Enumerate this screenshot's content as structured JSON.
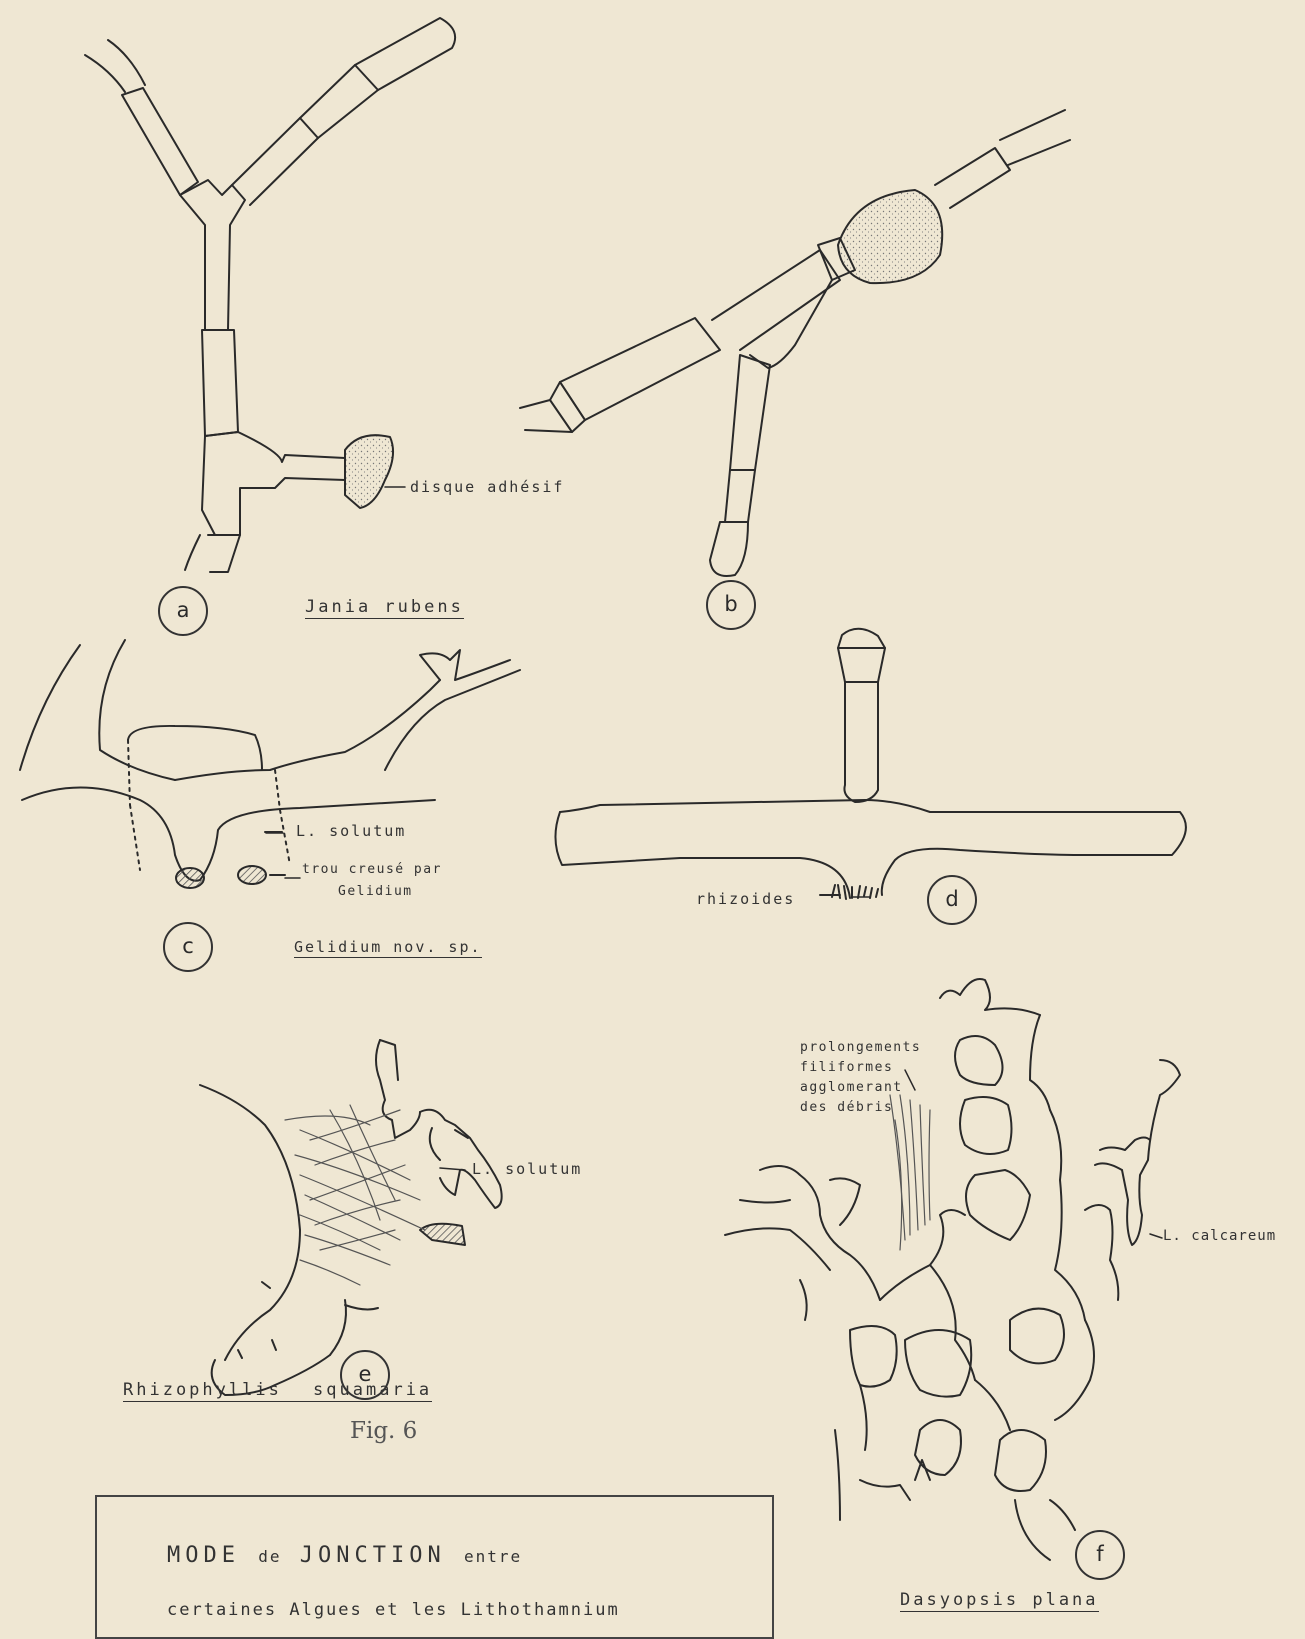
{
  "panels": {
    "a": {
      "letter": "a",
      "label_disque": "disque adhésif"
    },
    "b": {
      "letter": "b"
    },
    "species_ab": "Jania rubens",
    "c": {
      "letter": "c",
      "label_solutum": "L. solutum",
      "label_trou_1": "trou creusé par",
      "label_trou_2": "Gelidium",
      "species": "Gelidium nov. sp."
    },
    "d": {
      "letter": "d",
      "label_rhizoides": "rhizoides"
    },
    "e": {
      "letter": "e",
      "label_solutum": "L. solutum",
      "species": "Rhizophyllis squamaria"
    },
    "f": {
      "letter": "f",
      "label_1": "prolongements",
      "label_2": "filiformes",
      "label_3": "agglomerant",
      "label_4": "des débris",
      "label_calcareum": "L. calcareum",
      "species": "Dasyopsis plana"
    }
  },
  "figure_number": "Fig. 6",
  "caption": {
    "line1_caps_a": "MODE",
    "line1_de": "de",
    "line1_caps_b": "JONCTION",
    "line1_entre": "entre",
    "line2": "certaines Algues et les Lithothamnium"
  },
  "colors": {
    "paper": "#efe7d3",
    "ink": "#2a2a2a",
    "hatch": "#555555"
  }
}
